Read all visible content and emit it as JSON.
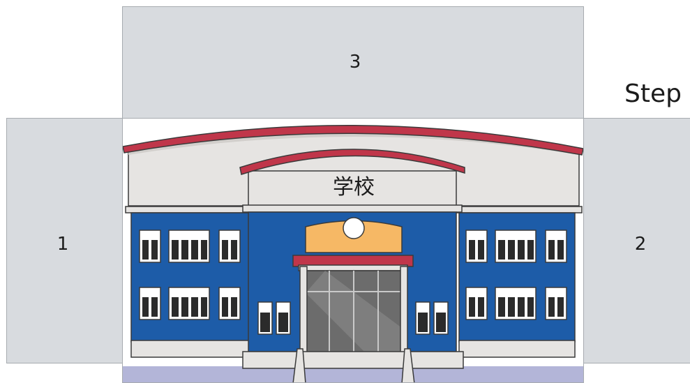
{
  "step_label": "Step",
  "panels": {
    "left_label": "1",
    "right_label": "2",
    "top_label": "3"
  },
  "building": {
    "sign_text": "学校",
    "icon": "school-building-icon"
  },
  "colors": {
    "panel_fill": "#d8dbdf",
    "panel_border": "#a7abb0",
    "roof_red": "#c0364a",
    "wall_blue": "#1d5ca8",
    "facade_grey": "#e6e4e2",
    "lamp_orange": "#f6b865",
    "ground_lavender": "#b3b5d8"
  }
}
